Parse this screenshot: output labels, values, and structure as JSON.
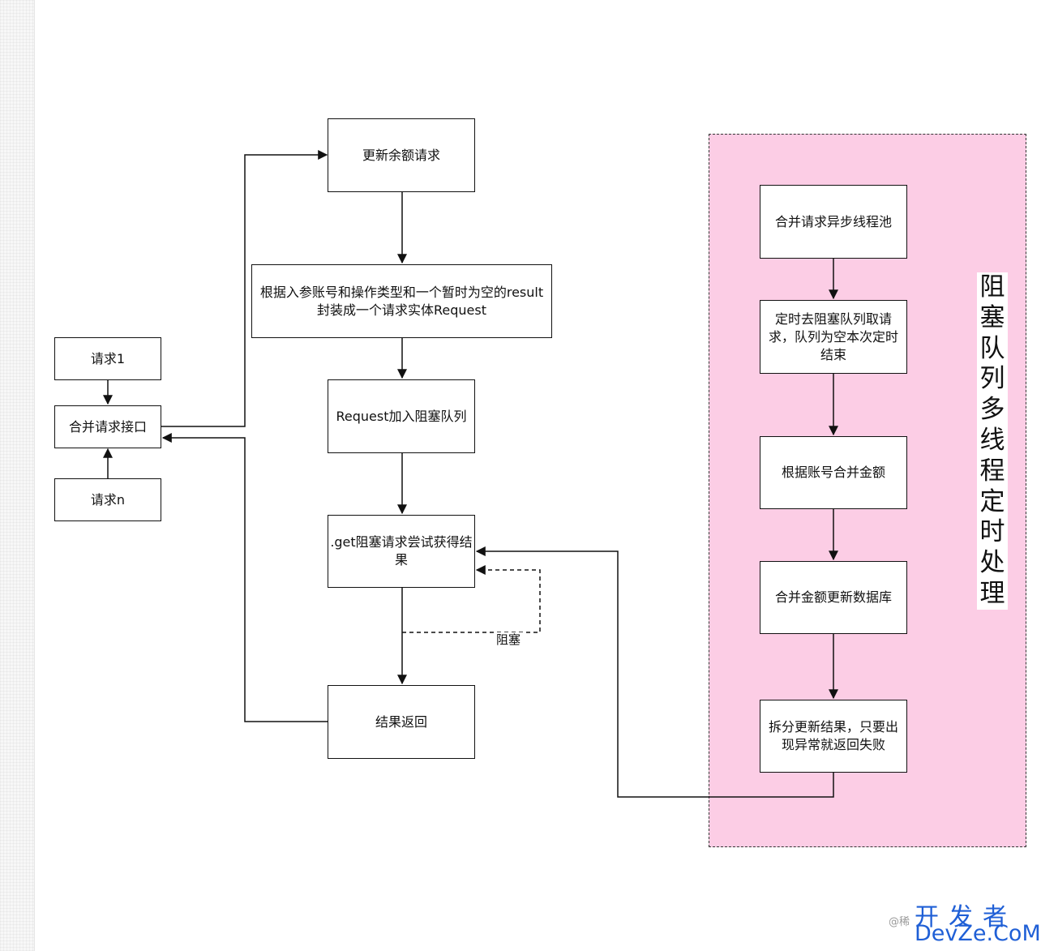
{
  "diagram": {
    "nodes": {
      "req1": "请求1",
      "merge_api": "合并请求接口",
      "reqn": "请求n",
      "update_balance": "更新余额请求",
      "wrap_request": "根据入参账号和操作类型和一个暂时为空的result封装成一个请求实体Request",
      "enqueue": "Request加入阻塞队列",
      "get_block": ".get阻塞请求尝试获得结果",
      "return_result": "结果返回",
      "thread_pool": "合并请求异步线程池",
      "timed_take": "定时去阻塞队列取请求，队列为空本次定时结束",
      "merge_amount": "根据账号合并金额",
      "update_db": "合并金额更新数据库",
      "split_results": "拆分更新结果，只要出现异常就返回失败"
    },
    "group": {
      "title": "阻塞队列多线程定时处理",
      "fill_color": "#fccde5"
    },
    "edge_labels": {
      "block": "阻塞"
    }
  },
  "watermark": {
    "prefix": "@稀",
    "cn": "开发者",
    "en": "DevZe.CoM",
    "color": "#1f5fd6"
  }
}
